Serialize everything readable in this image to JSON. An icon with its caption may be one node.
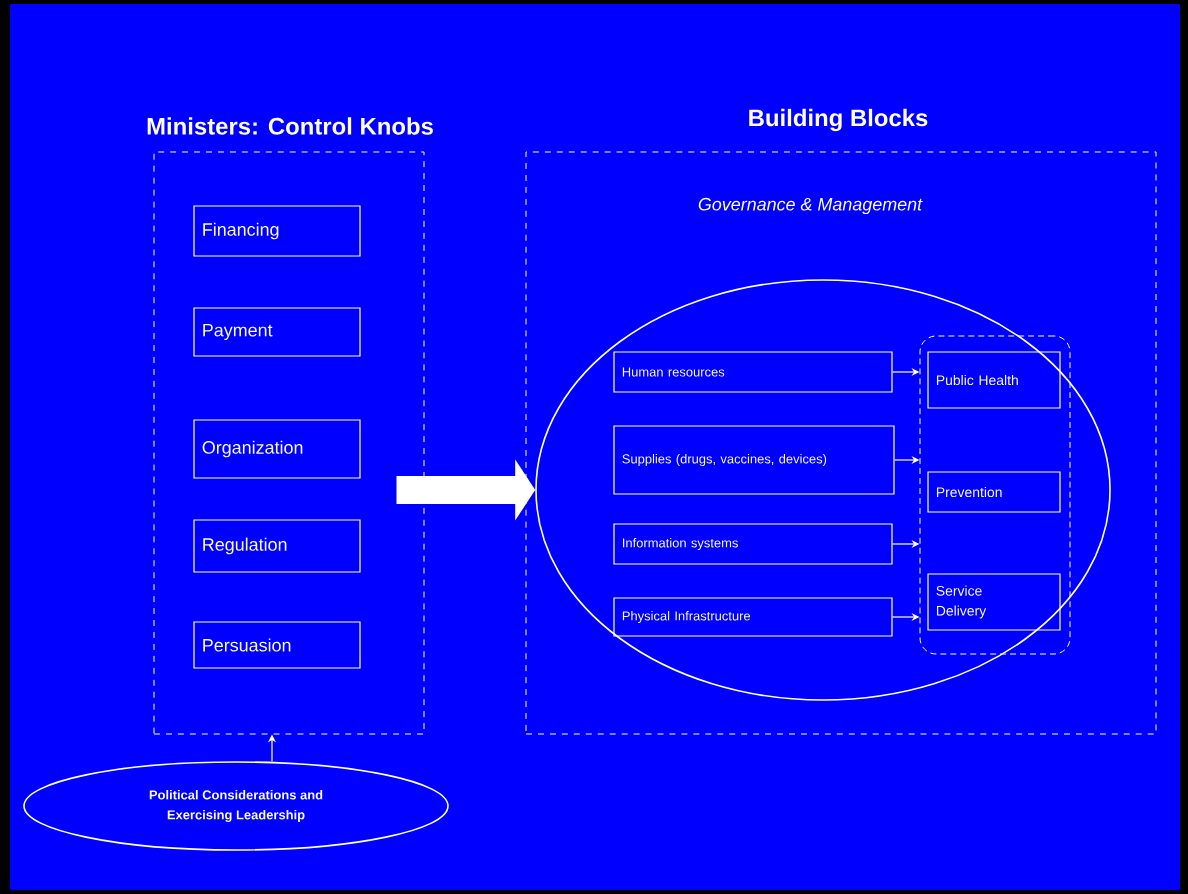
{
  "diagram": {
    "nodes": [
      {
        "text": [
          "Ministers: Control Knobs"
        ]
      },
      {
        "text": [
          "Financing"
        ],
        "in": 0
      },
      {
        "text": [
          "Payment"
        ],
        "in": 0
      },
      {
        "text": [
          "Organization"
        ],
        "in": 0
      },
      {
        "text": [
          "Regulation"
        ],
        "in": 0
      },
      {
        "text": [
          "Persuasion"
        ],
        "in": 0
      },
      {
        "text": [
          "Building Blocks",
          "Governance & Management"
        ]
      },
      {
        "text": [],
        "shape": "circle",
        "in": 6
      },
      {
        "text": [
          "Human resources"
        ],
        "in": 7
      },
      {
        "text": [
          "Supplies (drugs, vaccines, devices)"
        ],
        "in": 7
      },
      {
        "text": [
          "Information systems"
        ],
        "in": 7
      },
      {
        "text": [
          "Physical Infrastructure"
        ],
        "in": 7
      },
      {
        "text": [],
        "shape": "box",
        "in": 7
      },
      {
        "text": [
          "Public Health"
        ],
        "in": 12
      },
      {
        "text": [
          "Prevention"
        ],
        "in": 12
      },
      {
        "text": [
          "Service Delivery"
        ],
        "in": 12
      },
      {
        "text": [
          "Political Considerations and Exercising Leadership"
        ]
      }
    ],
    "edges": [
      {
        "from": 16,
        "to": 0,
        "arrow": "to"
      },
      {
        "from": 0,
        "to": 7,
        "arrow": "to",
        "style": "thick"
      },
      {
        "from": 8,
        "to": 12,
        "arrow": "to"
      },
      {
        "from": 9,
        "to": 12,
        "arrow": "to"
      },
      {
        "from": 10,
        "to": 12,
        "arrow": "to"
      },
      {
        "from": 11,
        "to": 12,
        "arrow": "to"
      }
    ]
  }
}
